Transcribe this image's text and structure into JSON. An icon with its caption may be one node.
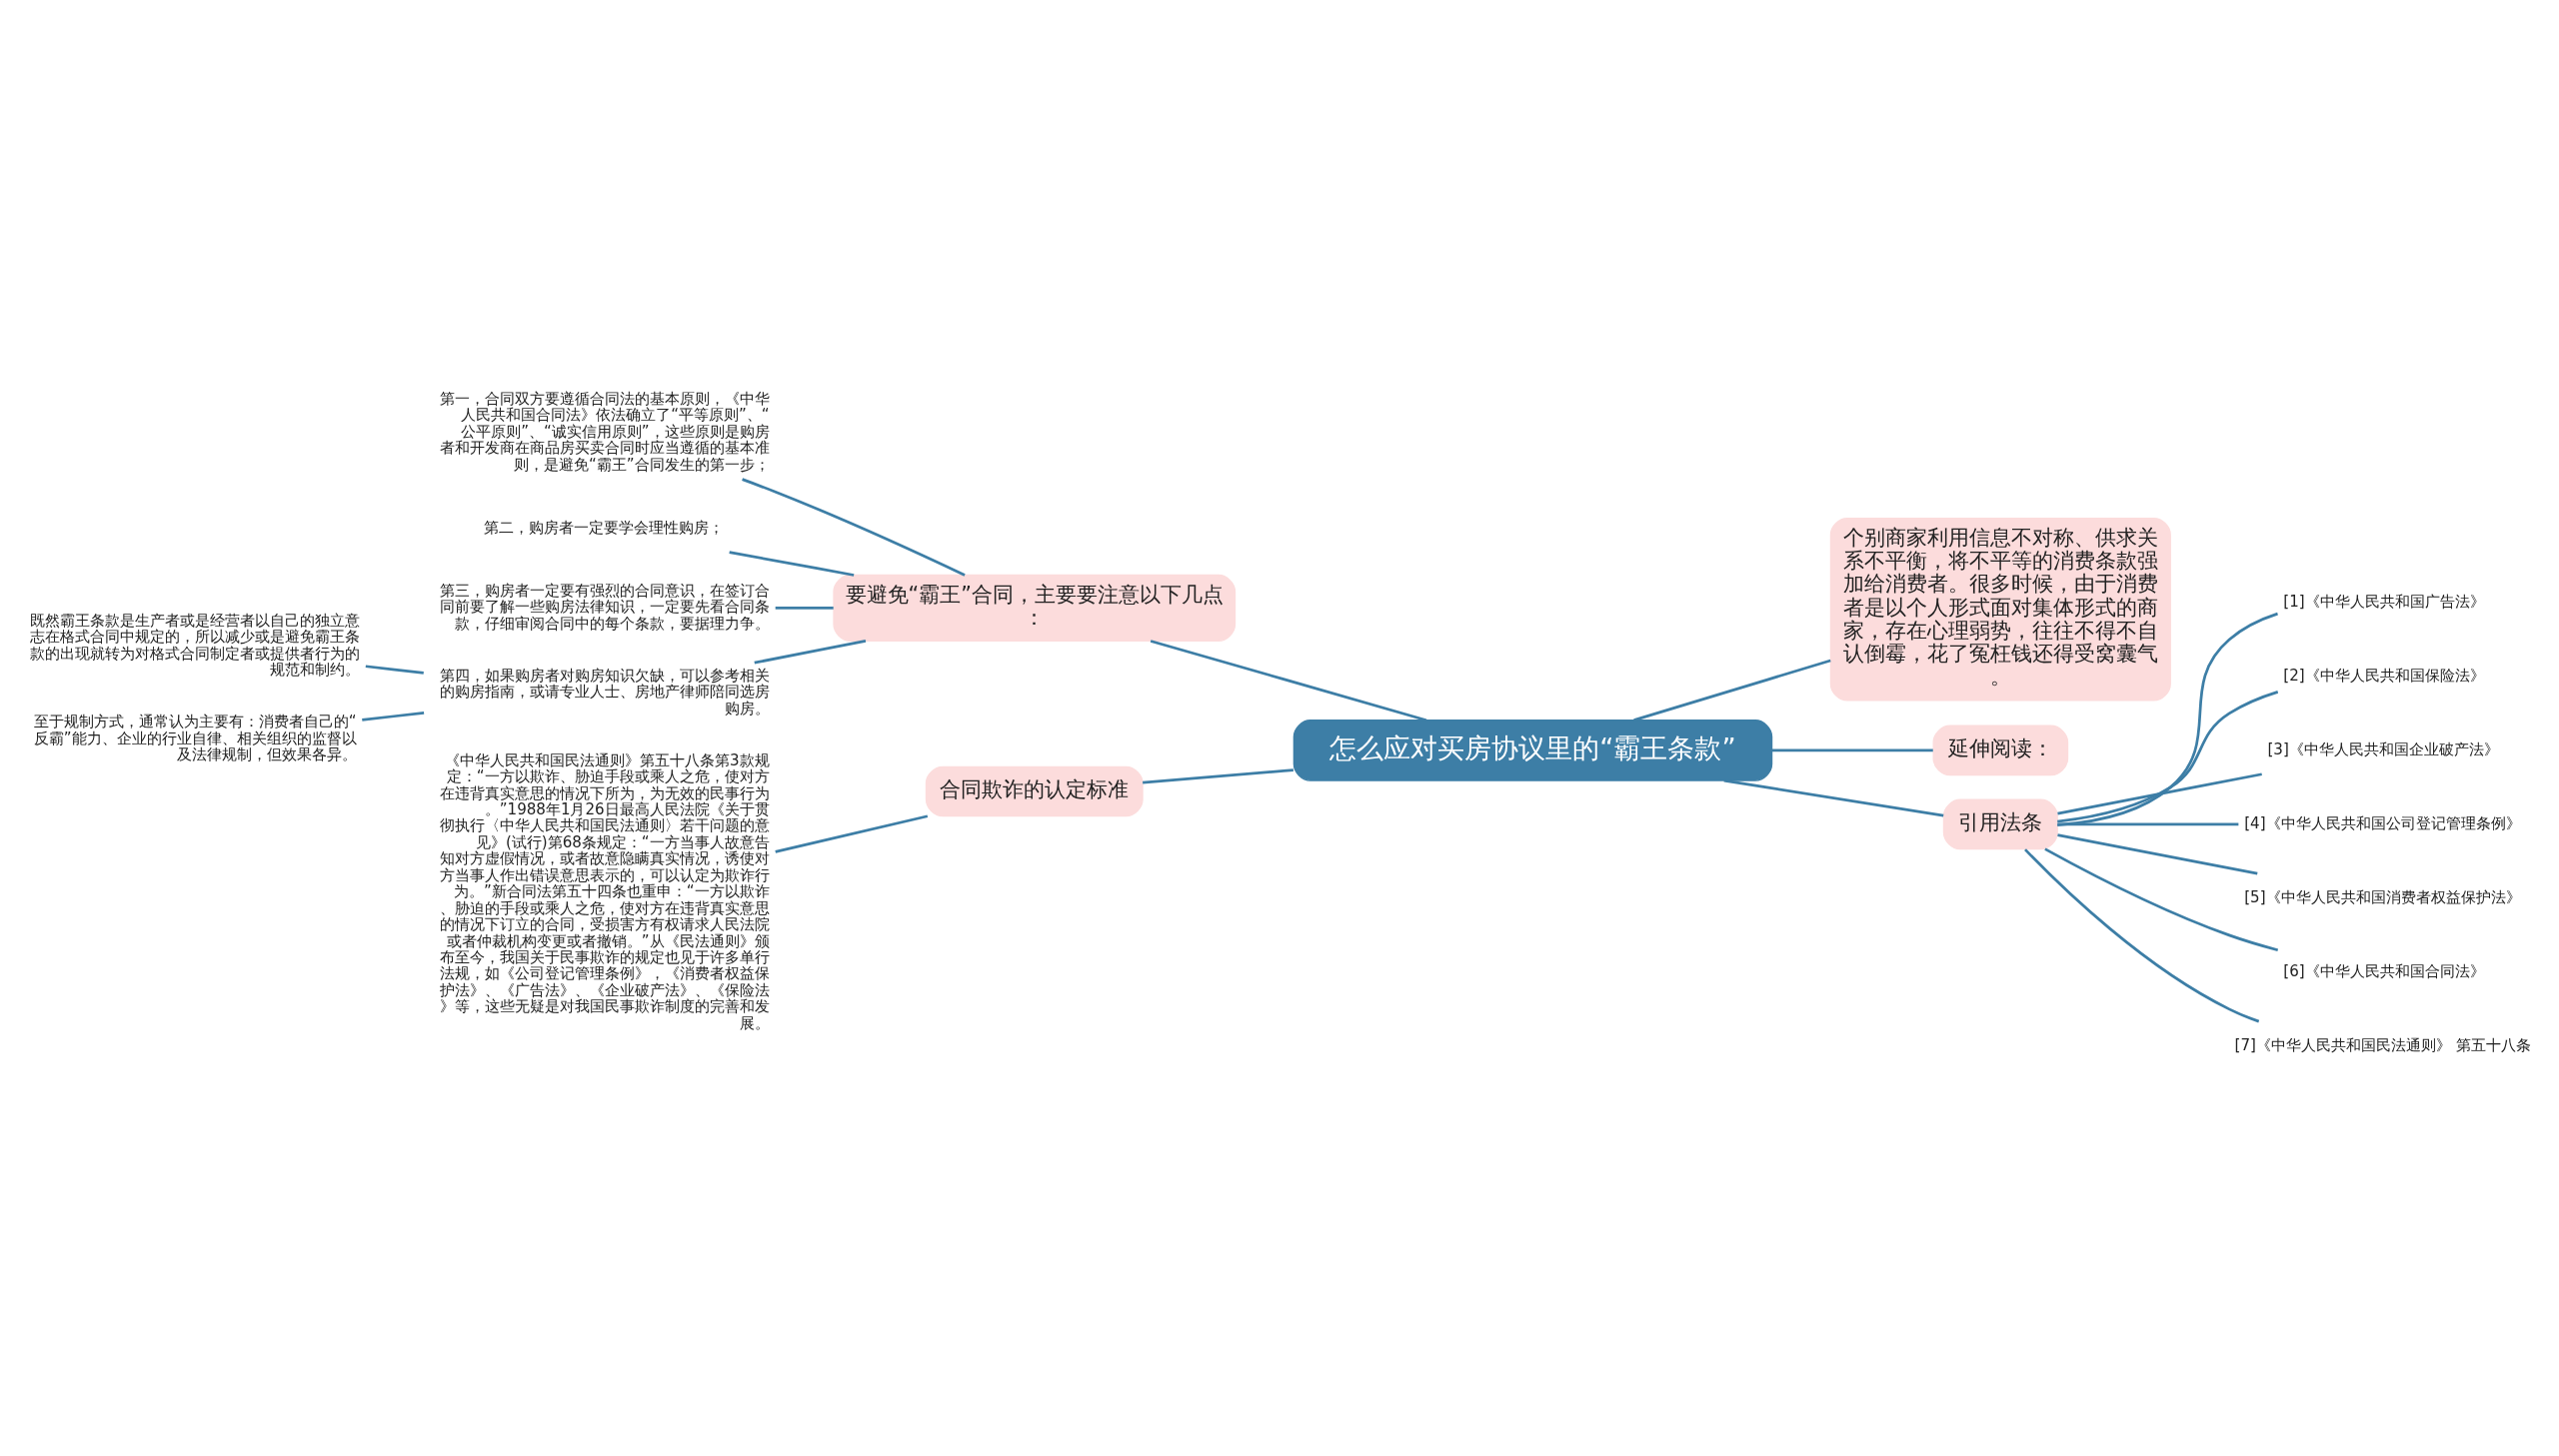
{
  "diagram": {
    "nodes": [
      {
        "text": [
          "怎么应对买房协议里的“霸王条款”"
        ]
      },
      {
        "text": [
          "要避免“霸王”合同，主要要注意以下几点："
        ]
      },
      {
        "text": [
          "第一，合同双方要遵循合同法的基本原则，《中华人民共和国合同法》依法确立了“平等原则”、“公平原则”、“诚实信用原则”，这些原则是购房者和开发商在商品房买卖合同时应当遵循的基本准则，是避免“霸王”合同发生的第一步；"
        ]
      },
      {
        "text": [
          "第二，购房者一定要学会理性购房；"
        ]
      },
      {
        "text": [
          "第三，购房者一定要有强烈的合同意识，在签订合同前要了解一些购房法律知识，一定要先看合同条款，仔细审阅合同中的每个条款，要据理力争。"
        ]
      },
      {
        "text": [
          "第四，如果购房者对购房知识欠缺，可以参考相关的购房指南，或请专业人士、房地产律师陪同选房购房。"
        ]
      },
      {
        "text": [
          "既然霸王条款是生产者或是经营者以自己的独立意志在格式合同中规定的，所以减少或是避免霸王条款的出现就转为对格式合同制定者或提供者行为的规范和制约。"
        ]
      },
      {
        "text": [
          "至于规制方式，通常认为主要有：消费者自己的“反霸”能力、企业的行业自律、相关组织的监督以及法律规制，但效果各异。"
        ]
      },
      {
        "text": [
          "合同欺诈的认定标准"
        ]
      },
      {
        "text": [
          "《中华人民共和国民法通则》第五十八条第3款规定：“一方以欺诈、胁迫手段或乘人之危，使对方在违背真实意思的情况下所为，为无效的民事行为。”1988年1月26日最高人民法院《关于贯彻执行〈中华人民共和国民法通则〉若干问题的意见》(试行)第68条规定：“一方当事人故意告知对方虚假情况，或者故意隐瞒真实情况，诱使对方当事人作出错误意思表示的，可以认定为欺诈行为。”新合同法第五十四条也重申：“一方以欺诈、胁迫的手段或乘人之危，使对方在违背真实意思的情况下订立的合同，受损害方有权请求人民法院或者仲裁机构变更或者撤销。”从《民法通则》颁布至今，我国关于民事欺诈的规定也见于许多单行法规，如《公司登记管理条例》，《消费者权益保护法》、《广告法》、《企业破产法》、《保险法》等，这些无疑是对我国民事欺诈制度的完善和发展。"
        ]
      },
      {
        "text": [
          "个别商家利用信息不对称、供求关系不平衡，将不平等的消费条款强加给消费者。很多时候，由于消费者是以个人形式面对集体形式的商家，存在心理弱势，往往不得不自认倒霉，花了冤枉钱还得受窝囊气。"
        ]
      },
      {
        "text": [
          "延伸阅读："
        ]
      },
      {
        "text": [
          "引用法条"
        ]
      },
      {
        "text": [
          "[1]《中华人民共和国广告法》"
        ]
      },
      {
        "text": [
          "[2]《中华人民共和国保险法》"
        ]
      },
      {
        "text": [
          "[3]《中华人民共和国企业破产法》"
        ]
      },
      {
        "text": [
          "[4]《中华人民共和国公司登记管理条例》"
        ]
      },
      {
        "text": [
          "[5]《中华人民共和国消费者权益保护法》"
        ]
      },
      {
        "text": [
          "[6]《中华人民共和国合同法》"
        ]
      },
      {
        "text": [
          "[7]《中华人民共和国民法通则》 第五十八条"
        ]
      }
    ],
    "edges": [
      {
        "from": 0,
        "to": 1,
        "arrow": "none"
      },
      {
        "from": 1,
        "to": 2,
        "arrow": "none"
      },
      {
        "from": 1,
        "to": 3,
        "arrow": "none"
      },
      {
        "from": 1,
        "to": 4,
        "arrow": "none"
      },
      {
        "from": 1,
        "to": 5,
        "arrow": "none"
      },
      {
        "from": 5,
        "to": 6,
        "arrow": "none"
      },
      {
        "from": 5,
        "to": 7,
        "arrow": "none"
      },
      {
        "from": 0,
        "to": 8,
        "arrow": "none"
      },
      {
        "from": 8,
        "to": 9,
        "arrow": "none"
      },
      {
        "from": 0,
        "to": 10,
        "arrow": "none"
      },
      {
        "from": 0,
        "to": 11,
        "arrow": "none"
      },
      {
        "from": 0,
        "to": 12,
        "arrow": "none"
      },
      {
        "from": 12,
        "to": 13,
        "arrow": "none"
      },
      {
        "from": 12,
        "to": 14,
        "arrow": "none"
      },
      {
        "from": 12,
        "to": 15,
        "arrow": "none"
      },
      {
        "from": 12,
        "to": 16,
        "arrow": "none"
      },
      {
        "from": 12,
        "to": 17,
        "arrow": "none"
      },
      {
        "from": 12,
        "to": 18,
        "arrow": "none"
      },
      {
        "from": 12,
        "to": 19,
        "arrow": "none"
      }
    ]
  }
}
